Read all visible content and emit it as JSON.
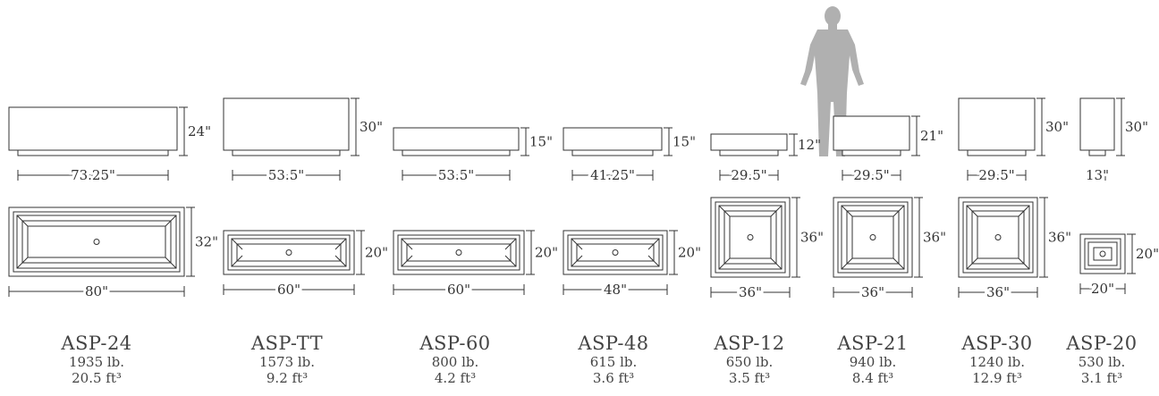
{
  "colors": {
    "line": "#333333",
    "silhouette": "#b0b0b0",
    "text": "#444444"
  },
  "scale_figure": {
    "icon": "person-silhouette-icon"
  },
  "planters": [
    {
      "model": "ASP-24",
      "weight": "1935 lb.",
      "volume": "20.5 ft³",
      "side_length": "73.25\"",
      "side_height": "24\"",
      "top_length": "80\"",
      "top_width": "32\""
    },
    {
      "model": "ASP-TT",
      "weight": "1573 lb.",
      "volume": "9.2 ft³",
      "side_length": "53.5\"",
      "side_height": "30\"",
      "top_length": "60\"",
      "top_width": "20\""
    },
    {
      "model": "ASP-60",
      "weight": "800 lb.",
      "volume": "4.2 ft³",
      "side_length": "53.5\"",
      "side_height": "15\"",
      "top_length": "60\"",
      "top_width": "20\""
    },
    {
      "model": "ASP-48",
      "weight": "615 lb.",
      "volume": "3.6 ft³",
      "side_length": "41.25\"",
      "side_height": "15\"",
      "top_length": "48\"",
      "top_width": "20\""
    },
    {
      "model": "ASP-12",
      "weight": "650 lb.",
      "volume": "3.5 ft³",
      "side_length": "29.5\"",
      "side_height": "12\"",
      "top_length": "36\"",
      "top_width": "36\""
    },
    {
      "model": "ASP-21",
      "weight": "940 lb.",
      "volume": "8.4 ft³",
      "side_length": "29.5\"",
      "side_height": "21\"",
      "top_length": "36\"",
      "top_width": "36\""
    },
    {
      "model": "ASP-30",
      "weight": "1240 lb.",
      "volume": "12.9 ft³",
      "side_length": "29.5\"",
      "side_height": "30\"",
      "top_length": "36\"",
      "top_width": "36\""
    },
    {
      "model": "ASP-20",
      "weight": "530 lb.",
      "volume": "3.1 ft³",
      "side_length": "13\"",
      "side_height": "30\"",
      "top_length": "20\"",
      "top_width": "20\""
    }
  ]
}
